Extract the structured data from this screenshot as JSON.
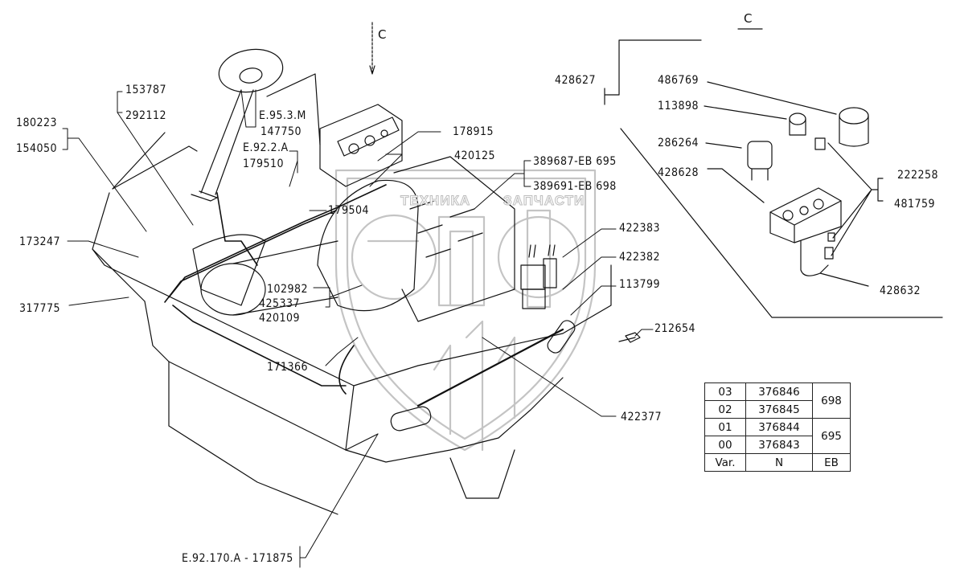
{
  "view_marker": "C",
  "detail_title": "C",
  "watermark": {
    "text_left": "ТЕХНИКА",
    "text_right": "ЗАПЧАСТИ",
    "logo": "ЭПФ"
  },
  "labels": {
    "l153787": "153787",
    "l292112": "292112",
    "l180223": "180223",
    "l154050": "154050",
    "l173247": "173247",
    "l317775": "317775",
    "lE953M": "E.95.3.M",
    "l147750": "147750",
    "lE922A": "E.92.2.A",
    "l179510": "179510",
    "l179504": "179504",
    "l178915": "178915",
    "l420125": "420125",
    "l389687": "389687-EB 695",
    "l389691": "389691-EB 698",
    "l422383": "422383",
    "l422382": "422382",
    "l113799": "113799",
    "l212654": "212654",
    "l102982": "102982",
    "l425337": "425337",
    "l420109": "420109",
    "l171366": "171366",
    "l422377": "422377",
    "lE92170": "E.92.170.A - 171875",
    "l428627": "428627",
    "l486769": "486769",
    "l113898": "113898",
    "l286264": "286264",
    "l428628": "428628",
    "l222258": "222258",
    "l481759": "481759",
    "l428632": "428632"
  },
  "variant_table": {
    "header": {
      "var": "Var.",
      "n": "N",
      "eb": "EB"
    },
    "rows": [
      {
        "var": "03",
        "n": "376846"
      },
      {
        "var": "02",
        "n": "376845"
      },
      {
        "var": "01",
        "n": "376844"
      },
      {
        "var": "00",
        "n": "376843"
      }
    ],
    "eb_groups": [
      "698",
      "695"
    ]
  }
}
